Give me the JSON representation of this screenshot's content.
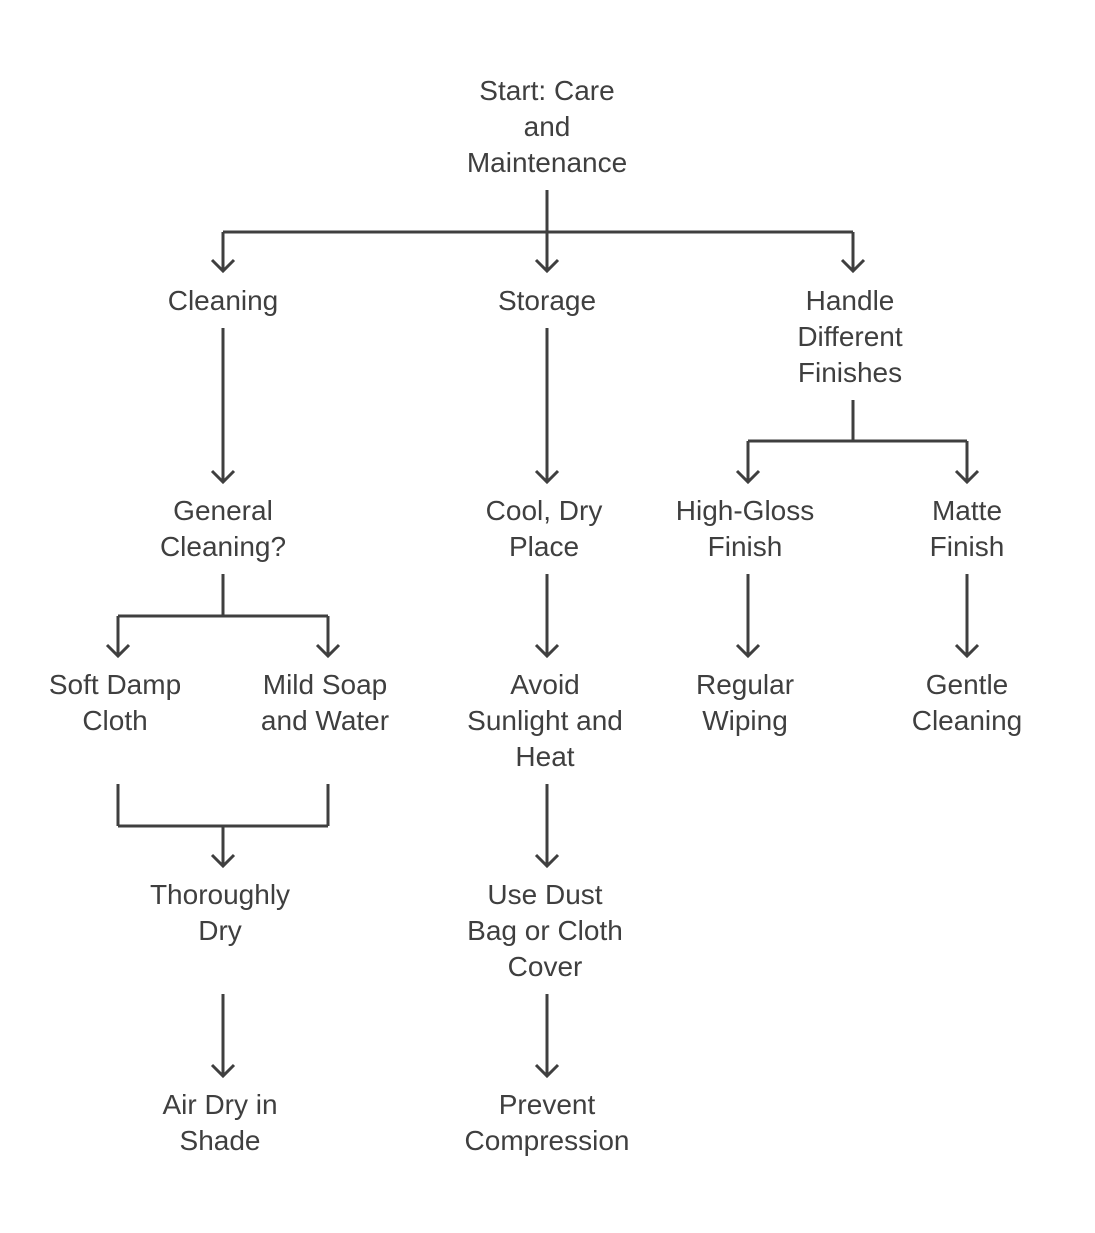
{
  "diagram": {
    "line_color": "#3f3f3f",
    "text_color": "#3f3f3f",
    "background": "#ffffff",
    "nodes": {
      "start": "Start: Care\nand\nMaintenance",
      "cleaning": "Cleaning",
      "storage": "Storage",
      "finishes": "Handle\nDifferent\nFinishes",
      "general_cleaning": "General\nCleaning?",
      "cool_dry_place": "Cool, Dry\nPlace",
      "high_gloss": "High-Gloss\nFinish",
      "matte": "Matte Finish",
      "soft_damp_cloth": "Soft Damp\nCloth",
      "mild_soap": "Mild Soap\nand Water",
      "avoid_sunlight": "Avoid\nSunlight and\nHeat",
      "regular_wiping": "Regular\nWiping",
      "gentle_cleaning": "Gentle\nCleaning",
      "thoroughly_dry": "Thoroughly\nDry",
      "dust_bag": "Use Dust\nBag or Cloth\nCover",
      "air_dry": "Air Dry in\nShade",
      "prevent_compression": "Prevent\nCompression"
    }
  }
}
